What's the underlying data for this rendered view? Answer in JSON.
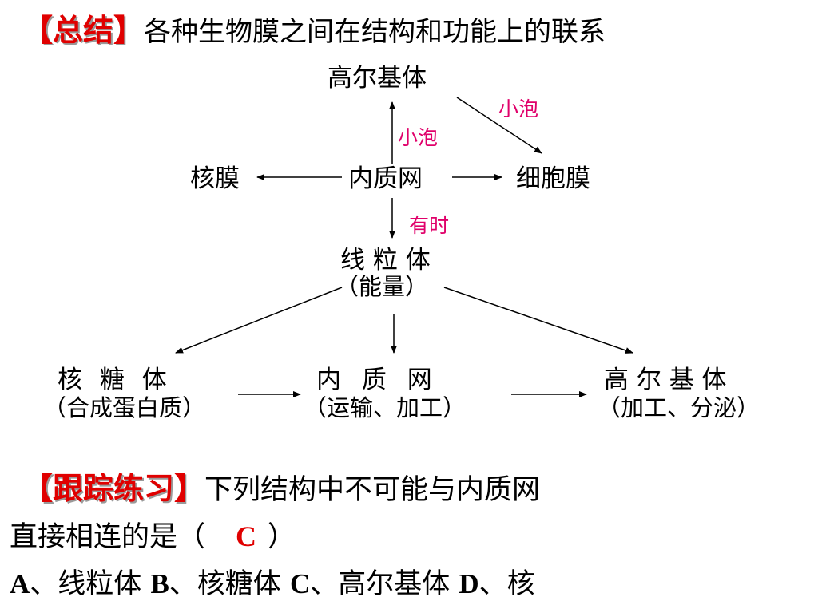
{
  "summary": {
    "tag": "【总结】",
    "title": "各种生物膜之间在结构和功能上的联系"
  },
  "diagram": {
    "golgi_top": "高尔基体",
    "label_vesicle_right": "小泡",
    "label_vesicle_up": "小泡",
    "nuclear_membrane": "核膜",
    "er_center": "内质网",
    "cell_membrane": "细胞膜",
    "label_sometimes": "有时",
    "mitochondria": "线 粒 体",
    "mito_func": "（能量）",
    "ribosome": "核 糖 体",
    "ribosome_func": "（合成蛋白质）",
    "er_bottom": "内 质 网",
    "er_bottom_func": "（运输、加工）",
    "golgi_bottom": "高 尔 基 体",
    "golgi_bottom_func": "（加工、分泌）"
  },
  "exercise": {
    "tag": "【跟踪练习】",
    "question_line1": "下列结构中不可能与内质网",
    "question_line2_pre": "直接相连的是（",
    "answer": "C",
    "question_line2_post": "）",
    "options": [
      {
        "letter": "A",
        "text": "、线粒体"
      },
      {
        "letter": "B",
        "text": "、核糖体"
      },
      {
        "letter": "C",
        "text": "、高尔基体"
      },
      {
        "letter": "D",
        "text": "、核"
      }
    ]
  },
  "colors": {
    "tag_red": "#e00000",
    "label_pink": "#e0006a",
    "text": "#000000"
  }
}
